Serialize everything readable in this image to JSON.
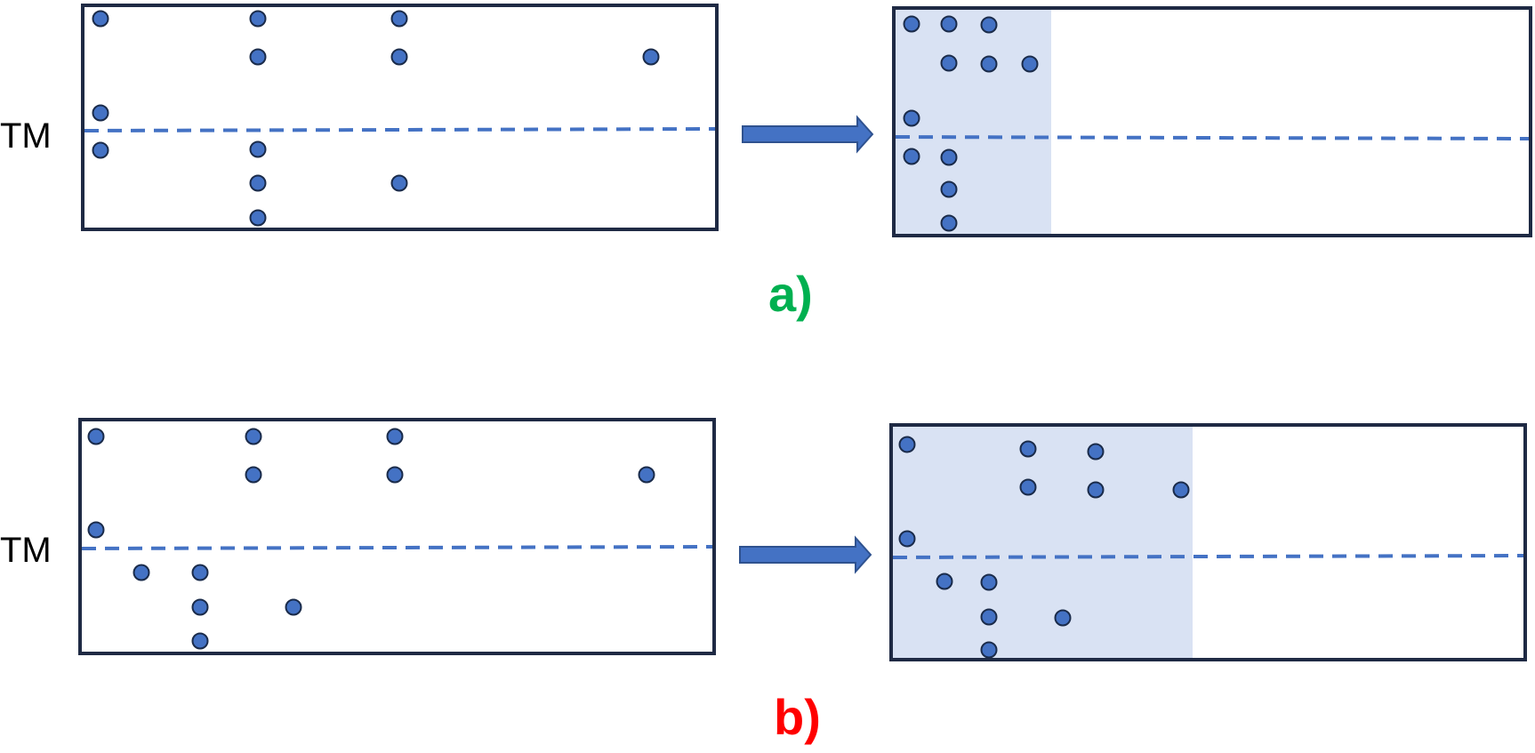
{
  "colors": {
    "dot_fill": "#4472c4",
    "dot_stroke": "#1a2b4a",
    "frame": "#1f2a44",
    "tm_line": "#4472c4",
    "shade": "#d9e2f3",
    "arrow": "#4472c4",
    "label_a": "#00b050",
    "label_b": "#ff0000"
  },
  "panels": {
    "a": {
      "tm_label": "TM",
      "caption": "a)",
      "caption_color": "#00b050"
    },
    "b": {
      "tm_label": "TM",
      "caption": "b)",
      "caption_color": "#ff0000"
    }
  },
  "icons": {
    "arrow": "right-arrow-icon"
  }
}
